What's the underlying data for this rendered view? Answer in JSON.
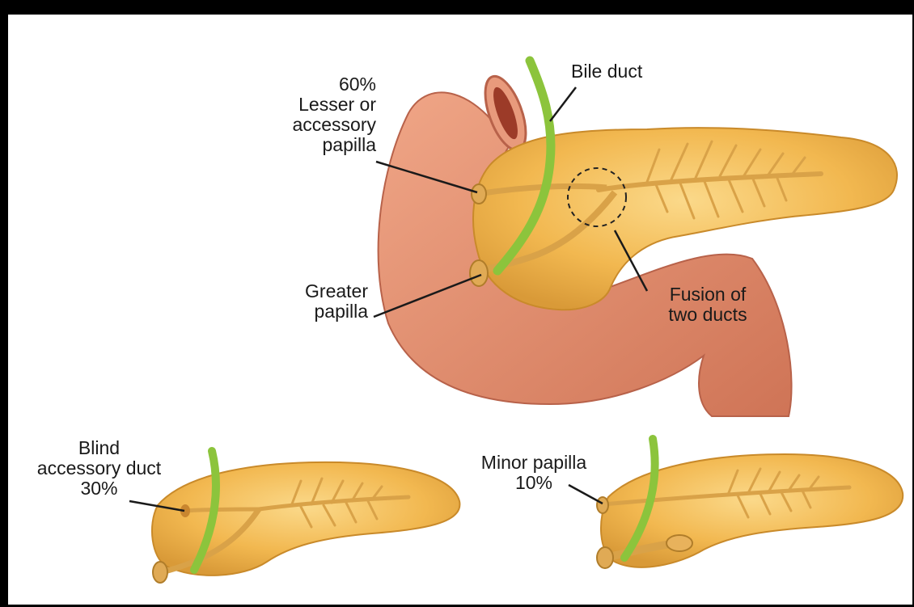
{
  "labels": {
    "bile_duct": "Bile duct",
    "lesser_papilla": "60%\nLesser or\naccessory\npapilla",
    "greater_papilla": "Greater\npapilla",
    "fusion": "Fusion of\ntwo ducts",
    "blind_duct": "Blind\naccessory duct\n30%",
    "minor_papilla": "Minor papilla\n10%"
  },
  "colors": {
    "background": "#000000",
    "panel": "#ffffff",
    "pancreas": "#f2b850",
    "pancreas_edge": "#c98a2a",
    "duodenum": "#e28c6c",
    "duodenum_edge": "#b8624a",
    "bile_duct": "#8cc43c",
    "duct": "#d9a248"
  }
}
